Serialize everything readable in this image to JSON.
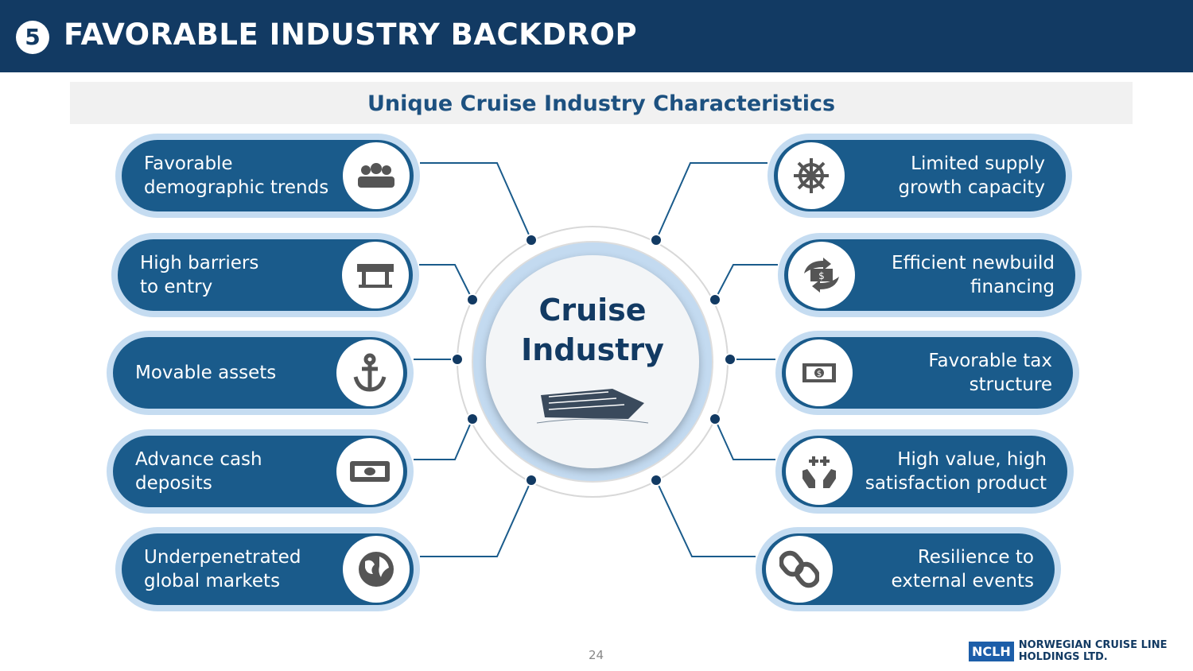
{
  "header": {
    "number": "5",
    "title": "FAVORABLE INDUSTRY BACKDROP"
  },
  "subtitle": "Unique Cruise Industry Characteristics",
  "center": {
    "label": "Cruise\nIndustry"
  },
  "left_items": [
    {
      "label": "Favorable\ndemographic trends",
      "icon": "people-icon"
    },
    {
      "label": "High barriers\nto entry",
      "icon": "barrier-icon"
    },
    {
      "label": "Movable assets",
      "icon": "anchor-icon"
    },
    {
      "label": "Advance cash\ndeposits",
      "icon": "cash-icon"
    },
    {
      "label": "Underpenetrated\nglobal markets",
      "icon": "globe-icon"
    }
  ],
  "right_items": [
    {
      "label": "Limited supply\ngrowth capacity",
      "icon": "ship-wheel-icon"
    },
    {
      "label": "Efficient newbuild\nfinancing",
      "icon": "money-cycle-icon"
    },
    {
      "label": "Favorable tax\nstructure",
      "icon": "dollar-bill-icon"
    },
    {
      "label": "High value, high\nsatisfaction product",
      "icon": "hands-care-icon"
    },
    {
      "label": "Resilience to\nexternal events",
      "icon": "chain-link-icon"
    }
  ],
  "page_number": "24",
  "logo": {
    "mark": "NCLH",
    "text": "NORWEGIAN CRUISE LINE\nHOLDINGS LTD."
  },
  "colors": {
    "header": "#123a63",
    "pill": "#1a5b8b",
    "pill_border": "#c5dcf1"
  }
}
